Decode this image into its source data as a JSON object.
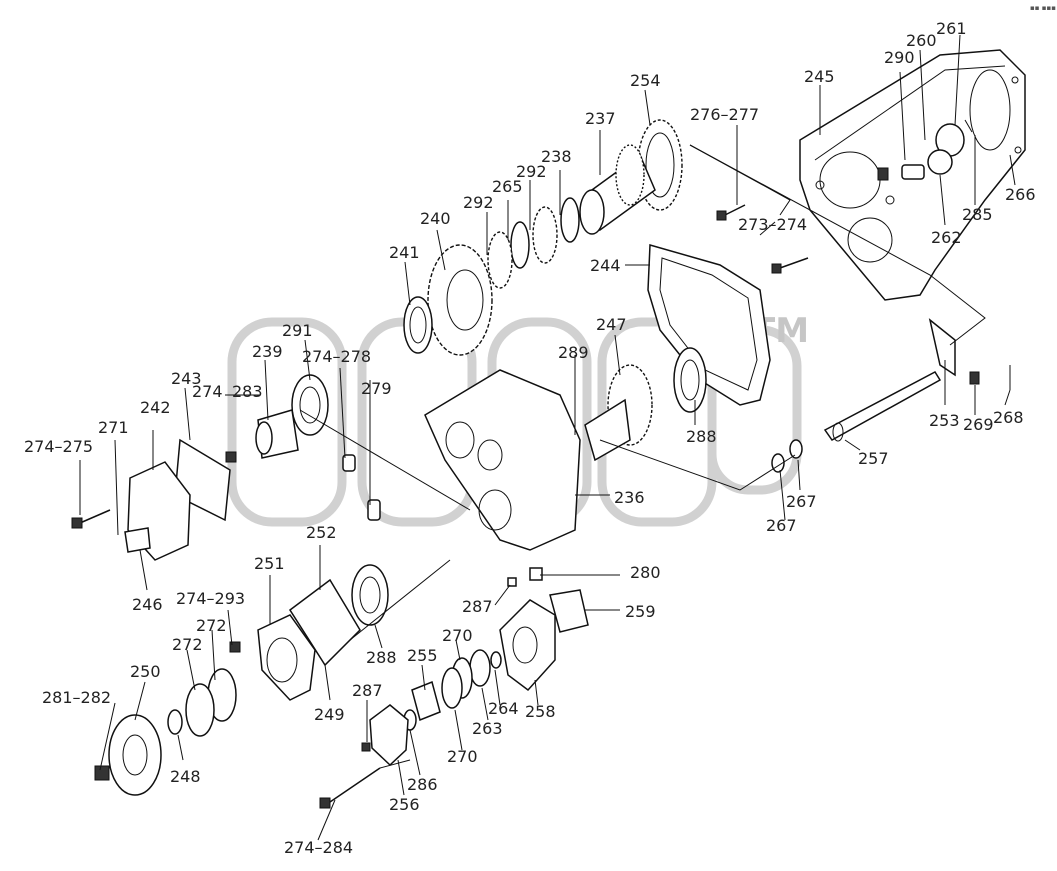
{
  "corner_mark": "▪▪ ▪▪▪",
  "watermark": {
    "tm": "TM"
  },
  "labels": [
    "274–275",
    "271",
    "242",
    "246",
    "243",
    "274",
    "283",
    "239",
    "291",
    "274–278",
    "279",
    "241",
    "240",
    "292",
    "265",
    "292",
    "238",
    "237",
    "254",
    "276–277",
    "273–274",
    "245",
    "290",
    "260",
    "261",
    "285",
    "262",
    "266",
    "244",
    "247",
    "289",
    "288",
    "236",
    "257",
    "267",
    "267",
    "253",
    "269",
    "268",
    "252",
    "251",
    "274–293",
    "272",
    "272",
    "250",
    "281–282",
    "248",
    "249",
    "288",
    "280",
    "287",
    "259",
    "255",
    "270",
    "264",
    "263",
    "270",
    "258",
    "287",
    "286",
    "256",
    "274–284"
  ]
}
